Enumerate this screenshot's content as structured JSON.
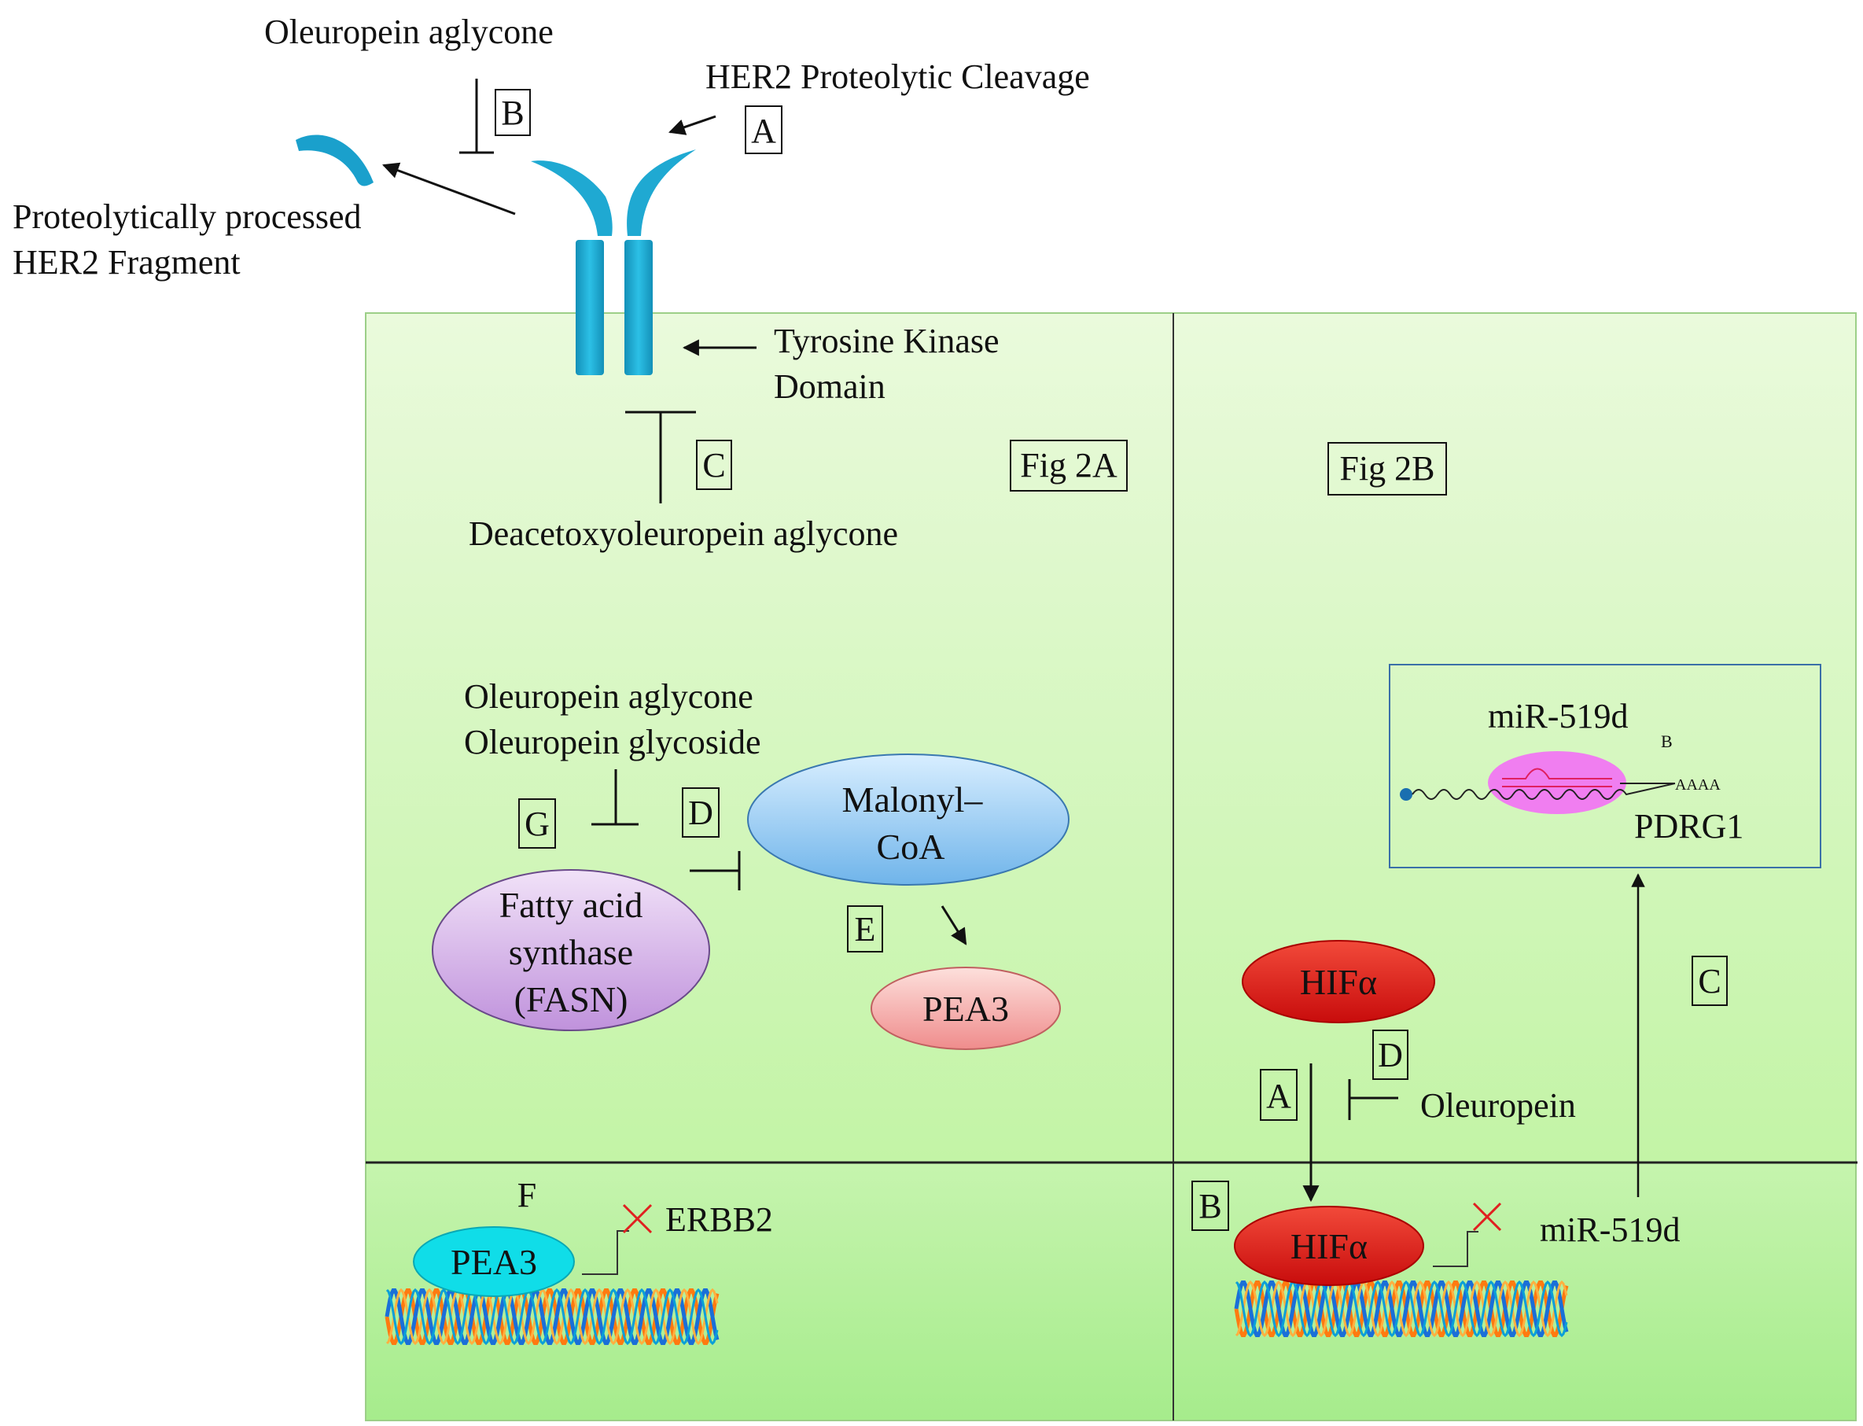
{
  "figure": {
    "top": {
      "oleuropein_aglycone": "Oleuropein aglycone",
      "her2_cleavage": "HER2 Proteolytic Cleavage",
      "fragment_line1": "Proteolytically processed",
      "fragment_line2": "HER2 Fragment",
      "label_a": "A",
      "label_b": "B"
    },
    "panel_a": {
      "tag": "Fig 2A",
      "tyrosine_line1": "Tyrosine Kinase",
      "tyrosine_line2": "Domain",
      "label_c": "C",
      "deacetoxy": "Deacetoxyoleuropein aglycone",
      "olea_line1": "Oleuropein aglycone",
      "olea_line2": "Oleuropein glycoside",
      "label_g": "G",
      "label_d": "D",
      "label_e": "E",
      "label_f": "F",
      "malonyl_line1": "Malonyl–",
      "malonyl_line2": "CoA",
      "fasn_line1": "Fatty acid",
      "fasn_line2": "synthase",
      "fasn_line3": "(FASN)",
      "pea3": "PEA3",
      "pea3_nucleus": "PEA3",
      "erbb2": "ERBB2"
    },
    "panel_b": {
      "tag": "Fig 2B",
      "mir_top": "miR-519d",
      "mir_sub": "B",
      "polya": "AAAA",
      "pdrg1": "PDRG1",
      "hif_cyto": "HIFα",
      "hif_nucleus": "HIFα",
      "label_a": "A",
      "label_b": "B",
      "label_c": "C",
      "label_d": "D",
      "oleuropein": "Oleuropein",
      "mir_bottom": "miR-519d"
    },
    "colors": {
      "cell_top": "#eaf9dd",
      "cell_bottom": "#c4f5a8",
      "nucleus_top": "#c8f5b0",
      "nucleus_bottom": "#a8ee90",
      "receptor": "#1fa9d2",
      "malonyl": "#8fc8f0",
      "fasn": "#d4b0e6",
      "pea3_cyto": "#f7a8a8",
      "pea3_nucleus": "#12e0ea",
      "hif": "#e02020",
      "mirna_blob": "#f080f0",
      "box_border": "#3a6fa8"
    }
  }
}
